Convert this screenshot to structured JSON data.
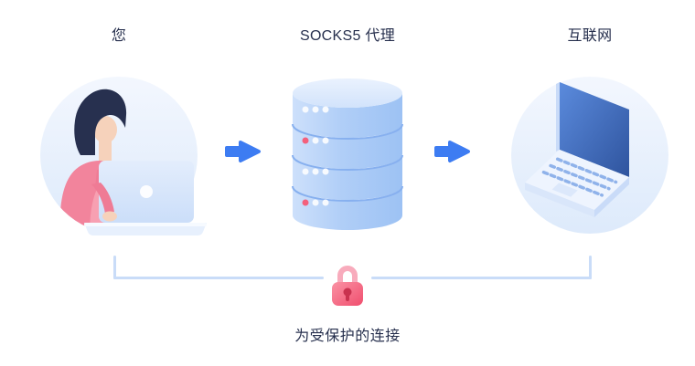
{
  "diagram": {
    "nodes": [
      {
        "id": "user",
        "label": "您",
        "icon": "person-with-laptop"
      },
      {
        "id": "proxy",
        "label": "SOCKS5 代理",
        "icon": "database-stack"
      },
      {
        "id": "internet",
        "label": "互联网",
        "icon": "laptop-isometric"
      }
    ],
    "connectors": [
      {
        "icon": "arrow-right"
      },
      {
        "icon": "arrow-right"
      }
    ],
    "protection": {
      "caption": "为受保护的连接",
      "lock_icon": "padlock"
    },
    "colors": {
      "background": "#ffffff",
      "label_text": "#262f4d",
      "arrow_blue": "#3d7cf2",
      "bracket_blue": "#c9dcf8",
      "lock_body_pink": "#f25672",
      "lock_shackle_pink": "#f8abbc",
      "circle_light_blue": "#e7f0fd",
      "database_blue": "#b0cef7",
      "accent_dot_red": "#f4607c",
      "screen_navy": "#2f549e",
      "shirt_pink": "#f2849c",
      "hair_navy": "#27304f"
    }
  }
}
